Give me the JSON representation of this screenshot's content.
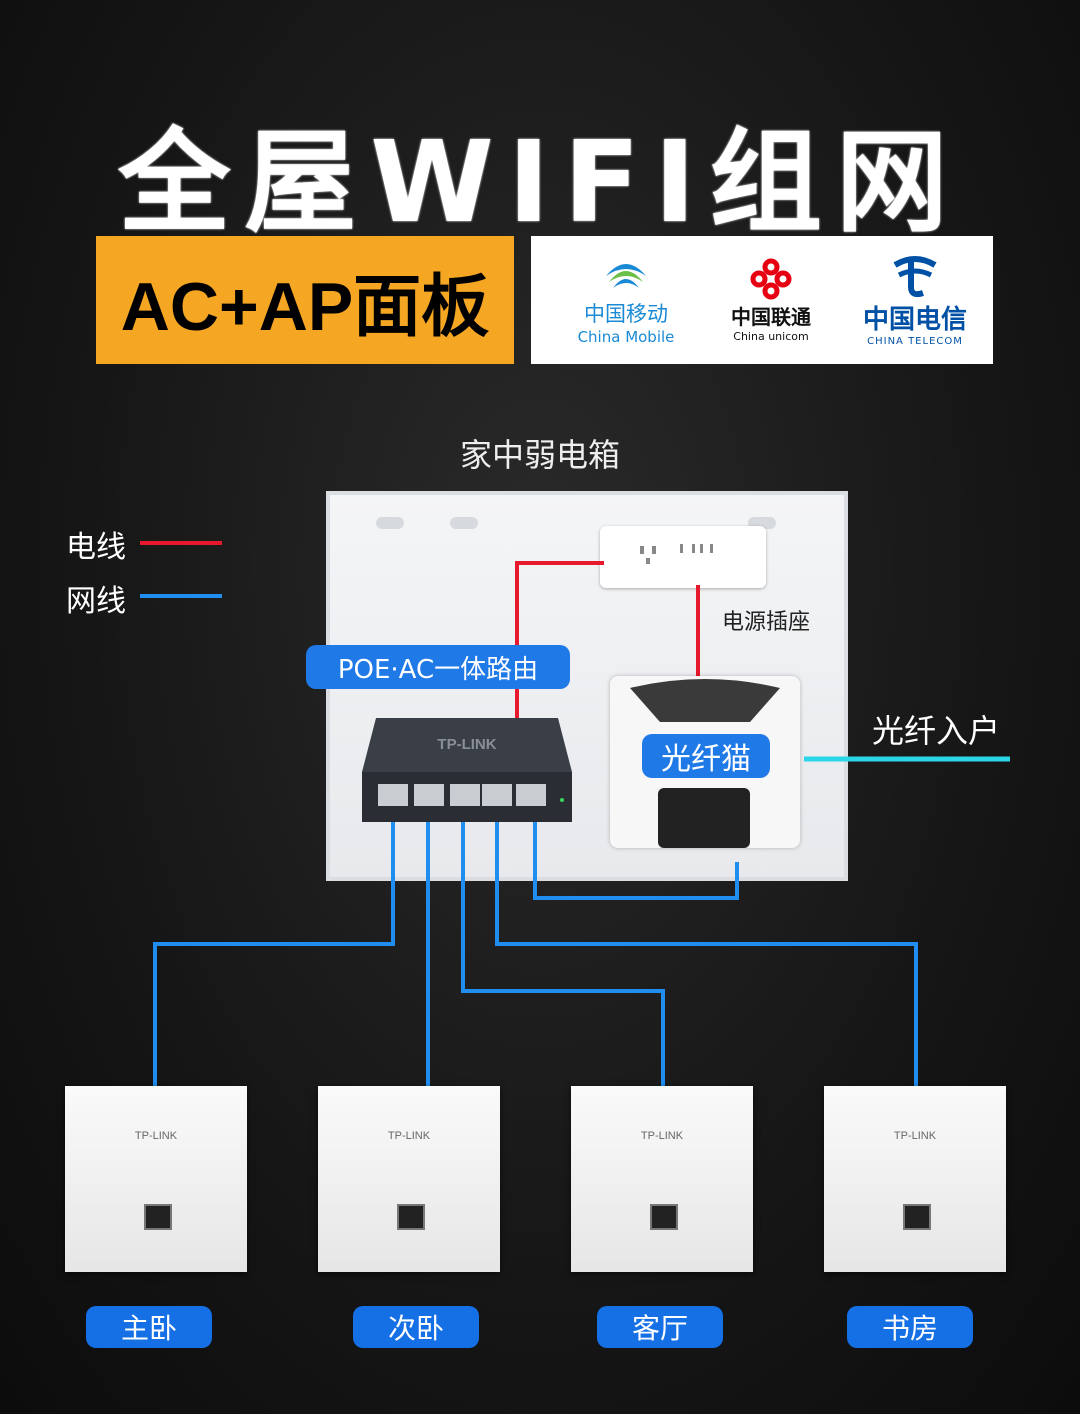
{
  "title": "全屋WIFI组网",
  "subtitle_badge": "AC+AP面板",
  "isps": [
    {
      "cn": "中国移动",
      "en": "China Mobile",
      "color": "#1a8ad6"
    },
    {
      "cn": "中国联通",
      "en": "China unicom",
      "color": "#e60012"
    },
    {
      "cn": "中国电信",
      "en": "CHINA TELECOM",
      "color": "#0050a5"
    }
  ],
  "box_title": "家中弱电箱",
  "legend": [
    {
      "label": "电线",
      "color": "#e8192c"
    },
    {
      "label": "网线",
      "color": "#1f8ef0"
    }
  ],
  "socket_label": "电源插座",
  "router_label": "POE·AC一体路由",
  "router_brand": "TP-LINK",
  "modem_label": "光纤猫",
  "fiber_label": "光纤入户",
  "fiber_color": "#2bd6e8",
  "ap_brand": "TP-LINK",
  "rooms": [
    "主卧",
    "次卧",
    "客厅",
    "书房"
  ]
}
